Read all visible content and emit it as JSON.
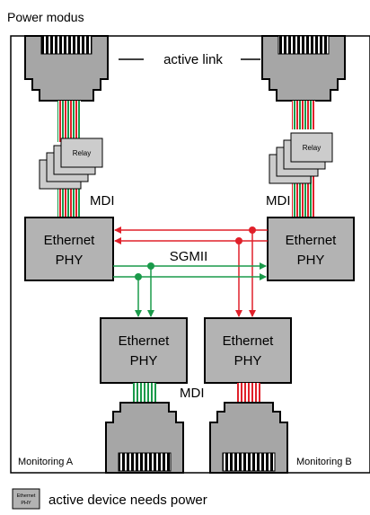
{
  "title": "Power modus",
  "top_link_label": "active link",
  "relay_label": "Relay",
  "mdi_label": "MDI",
  "sgmii_label": "SGMII",
  "phy_line1": "Ethernet",
  "phy_line2": "PHY",
  "monitoring_a": "Monitoring A",
  "monitoring_b": "Monitoring B",
  "legend": {
    "icon_line1": "Ethernet",
    "icon_line2": "PHY",
    "text": "active device needs power"
  },
  "colors": {
    "phy_fill": "#b3b3b3",
    "jack_fill": "#a6a6a6",
    "relay_fill": "#cccccc",
    "red": "#e0202a",
    "green": "#1a9a4a",
    "frame": "#000000"
  }
}
